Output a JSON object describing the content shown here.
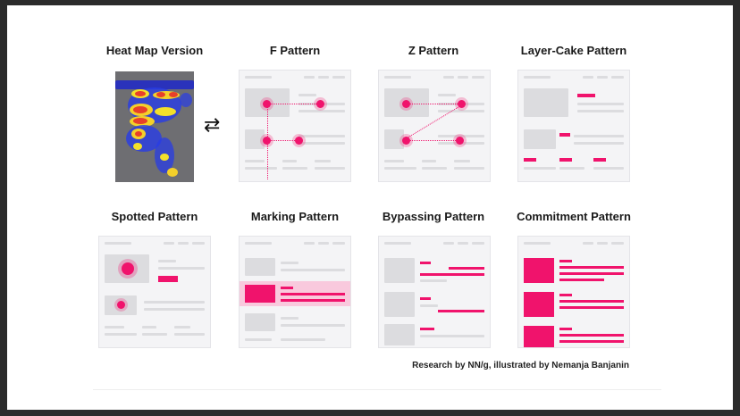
{
  "titles": {
    "heatmap": "Heat Map Version",
    "f": "F Pattern",
    "z": "Z Pattern",
    "layer": "Layer-Cake Pattern",
    "spotted": "Spotted Pattern",
    "marking": "Marking Pattern",
    "bypassing": "Bypassing Pattern",
    "commitment": "Commitment Pattern"
  },
  "credit": "Research by NN/g, illustrated by Nemanja Banjanin",
  "icons": {
    "swap": "swap-arrows-icon"
  },
  "colors": {
    "accent": "#f0136c",
    "highlight": "#f9c9dd",
    "skeleton": "#dcdcdf",
    "card": "#f4f4f6"
  }
}
